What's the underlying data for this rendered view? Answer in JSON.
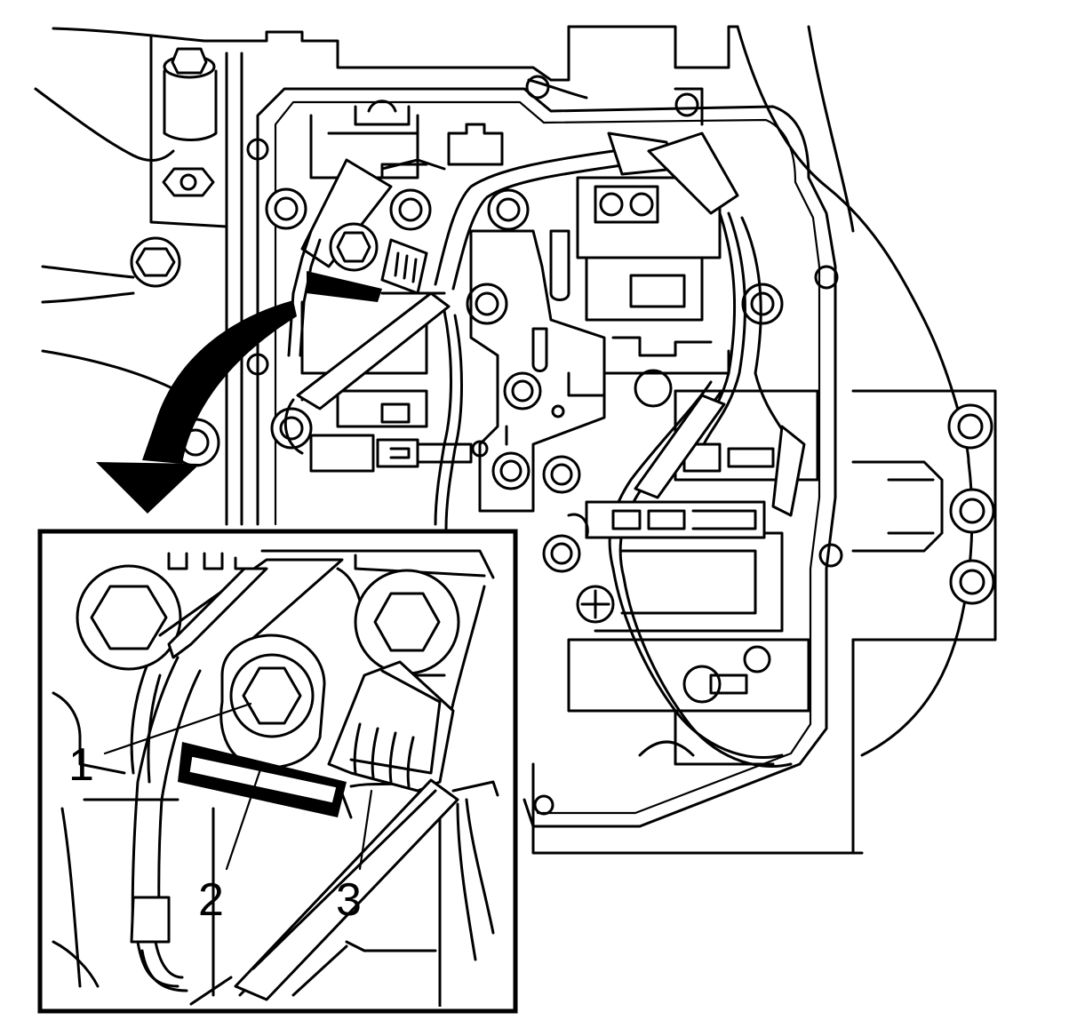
{
  "diagram": {
    "callouts": [
      {
        "label": "1"
      },
      {
        "label": "2"
      },
      {
        "label": "3"
      }
    ],
    "colors": {
      "line": "#000000",
      "background": "#ffffff"
    }
  }
}
